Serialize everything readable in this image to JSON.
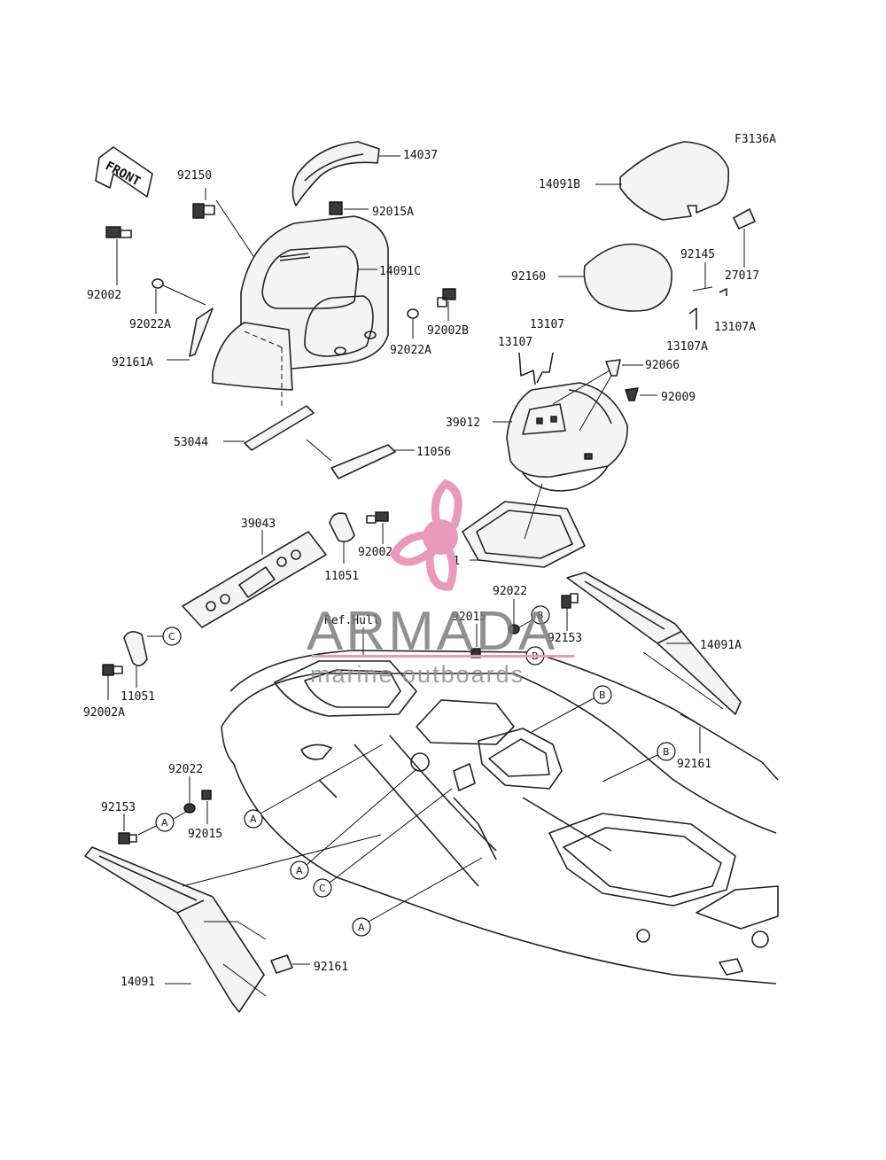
{
  "figure_code": "F3136A",
  "front_label": "FRONT",
  "ref_hull_label": "Ref.Hull",
  "watermark": {
    "brand": "ARMADA",
    "tagline": "marine outboards",
    "color": "#e89ab8"
  },
  "parts": {
    "p14037": "14037",
    "p14091B": "14091B",
    "p92150": "92150",
    "p92015A": "92015A",
    "p14091C": "14091C",
    "p92002": "92002",
    "p92022A_left": "92022A",
    "p92002B": "92002B",
    "p92022A_right": "92022A",
    "p92161A": "92161A",
    "p92160": "92160",
    "p92145": "92145",
    "p27017": "27017",
    "p13107A_top": "13107A",
    "p13107A_bottom": "13107A",
    "p13107_left": "13107",
    "p13107_right": "13107",
    "p92066": "92066",
    "p92009": "92009",
    "p39012": "39012",
    "p53044": "53044",
    "p11056": "11056",
    "p39043": "39043",
    "p92002A_mid": "92002A",
    "p11051_top": "11051",
    "p11061": "11061",
    "p92022_top": "92022",
    "p92015_top": "92015",
    "p92153_right": "92153",
    "p14091A": "14091A",
    "p11051_bottom": "11051",
    "p92002A_bottom": "92002A",
    "p92161_right": "92161",
    "p92022_bottom": "92022",
    "p92153_left": "92153",
    "p92015_bottom": "92015",
    "p92161_bottom": "92161",
    "p14091": "14091"
  },
  "refs": {
    "A": "A",
    "B": "B",
    "C": "C"
  }
}
